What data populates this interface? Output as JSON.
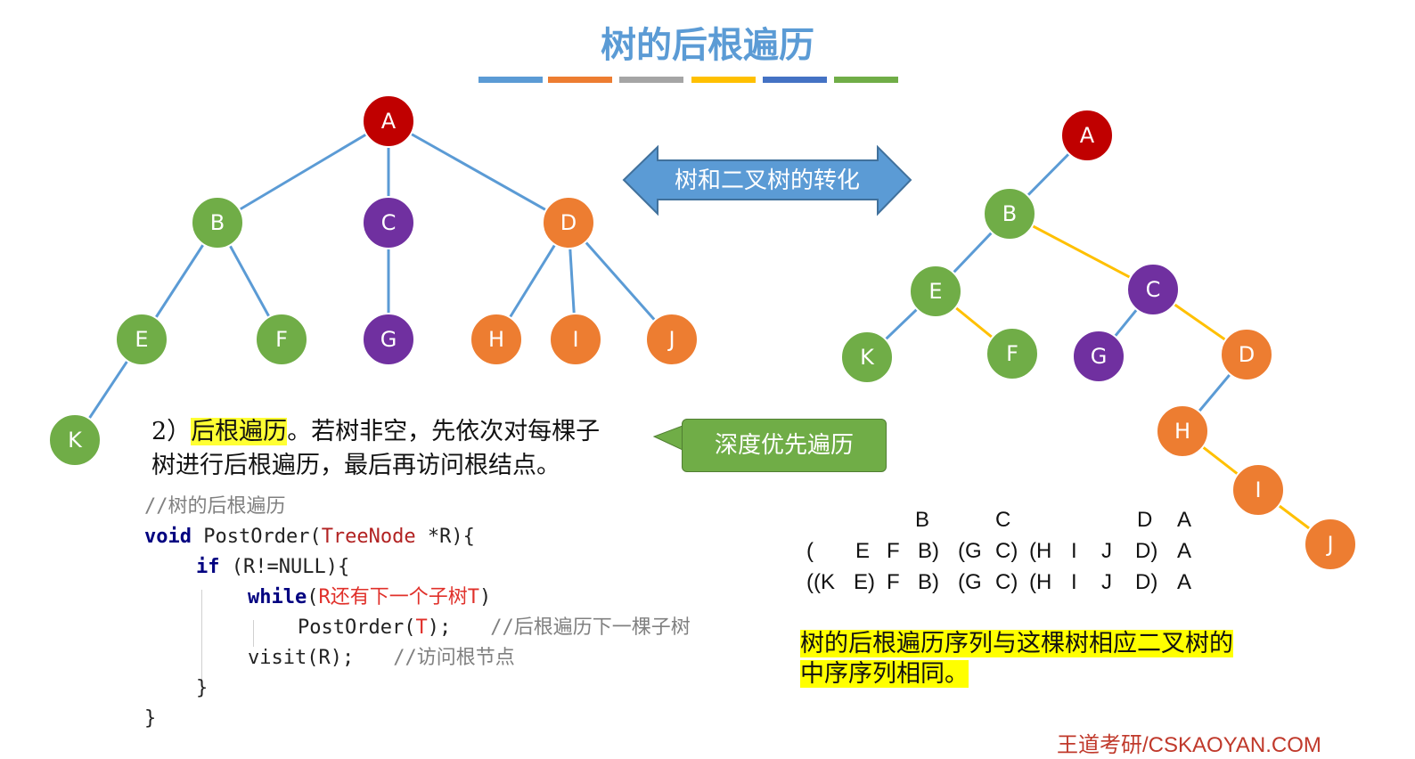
{
  "title": "树的后根遍历",
  "color_bars": [
    "#5b9bd5",
    "#ed7d31",
    "#a5a5a5",
    "#ffc000",
    "#4472c4",
    "#70ad47"
  ],
  "colors": {
    "red": "#c00000",
    "green": "#70ad47",
    "purple": "#7030a0",
    "orange": "#ed7d31",
    "edge": "#5b9bd5",
    "sibling_edge": "#ffc000"
  },
  "left_tree": {
    "nodes": [
      "A",
      "B",
      "C",
      "D",
      "E",
      "F",
      "G",
      "H",
      "I",
      "J",
      "K"
    ]
  },
  "right_tree": {
    "nodes": [
      "A",
      "B",
      "E",
      "C",
      "K",
      "F",
      "G",
      "D",
      "H",
      "I",
      "J"
    ]
  },
  "arrow_label": "树和二叉树的转化",
  "description": {
    "prefix": "2）",
    "highlight": "后根遍历",
    "line1_rest": "。若树非空，先依次对每棵子",
    "line2": "树进行后根遍历，最后再访问根结点。"
  },
  "callout": "深度优先遍历",
  "code": {
    "comment_title": "//树的后根遍历",
    "void": "void",
    "fn": " PostOrder(",
    "type": "TreeNode",
    "params": " *R){",
    "if": "if",
    "cond": " (R!=NULL){",
    "while": "while",
    "while_open": "(",
    "while_cond": "R还有下一个子树T",
    "while_close": ")",
    "call": "PostOrder(",
    "call_arg": "T",
    "call_end": ");",
    "call_comment": "//后根遍历下一棵子树",
    "visit": "visit(R);",
    "visit_comment": "//访问根节点",
    "close_inner": "}",
    "close_outer": "}"
  },
  "sequence": {
    "row1": [
      "B",
      "C",
      "D",
      "A"
    ],
    "row2": [
      "(",
      "E",
      "F",
      "B)",
      "(G",
      "C)",
      "(H",
      "I",
      "J",
      "D)",
      "A"
    ],
    "row3": [
      "((K",
      "E)",
      "F",
      "B)",
      "(G",
      "C)",
      "(H",
      "I",
      "J",
      "D)",
      "A"
    ]
  },
  "note": {
    "line1": "树的后根遍历序列与这棵树相应二叉树的",
    "line2": "中序序列相同。"
  },
  "brand": "王道考研/CSKAOYAN.COM"
}
